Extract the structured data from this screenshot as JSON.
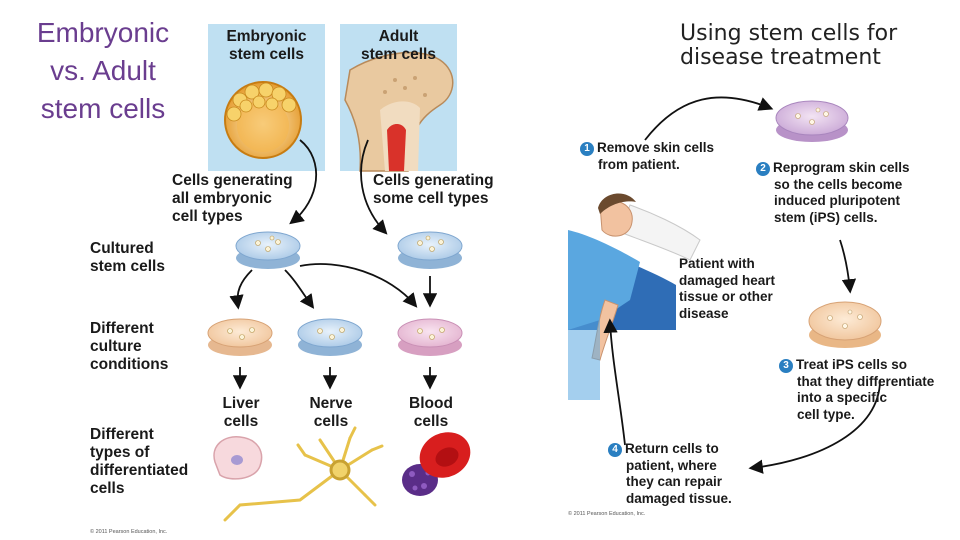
{
  "slide": {
    "title": "Embryonic vs. Adult stem cells",
    "right_title_line1": "Using stem cells for",
    "right_title_line2": "disease treatment"
  },
  "left_figure": {
    "header_embryonic_line1": "Embryonic",
    "header_embryonic_line2": "stem cells",
    "header_adult_line1": "Adult",
    "header_adult_line2": "stem cells",
    "embryonic_gen_line1": "Cells generating",
    "embryonic_gen_line2": "all embryonic",
    "embryonic_gen_line3": "cell types",
    "adult_gen_line1": "Cells generating",
    "adult_gen_line2": "some cell types",
    "cultured_line1": "Cultured",
    "cultured_line2": "stem cells",
    "conditions_line1": "Different",
    "conditions_line2": "culture",
    "conditions_line3": "conditions",
    "liver_line1": "Liver",
    "liver_line2": "cells",
    "nerve_line1": "Nerve",
    "nerve_line2": "cells",
    "blood_line1": "Blood",
    "blood_line2": "cells",
    "types_line1": "Different",
    "types_line2": "types of",
    "types_line3": "differentiated",
    "types_line4": "cells",
    "copyright": "© 2011 Pearson Education, Inc."
  },
  "right_figure": {
    "step1_num": "1",
    "step1_line1": "Remove skin cells",
    "step1_line2": "from patient.",
    "step2_num": "2",
    "step2_line1": "Reprogram skin cells",
    "step2_line2": "so the cells become",
    "step2_line3": "induced pluripotent",
    "step2_line4": "stem (iPS) cells.",
    "patient_line1": "Patient with",
    "patient_line2": "damaged heart",
    "patient_line3": "tissue or other",
    "patient_line4": "disease",
    "step3_num": "3",
    "step3_line1": "Treat iPS cells so",
    "step3_line2": "that they differentiate",
    "step3_line3": "into a specific",
    "step3_line4": "cell type.",
    "step4_num": "4",
    "step4_line1": "Return cells to",
    "step4_line2": "patient, where",
    "step4_line3": "they can repair",
    "step4_line4": "damaged tissue.",
    "copyright": "© 2011 Pearson Education, Inc."
  },
  "colors": {
    "title_purple": "#6a3d8f",
    "header_blue": "#bfe0f2",
    "step_blue": "#2a7fc1",
    "blood_red": "#d81e1e",
    "bone_tan": "#e9c9a0"
  }
}
